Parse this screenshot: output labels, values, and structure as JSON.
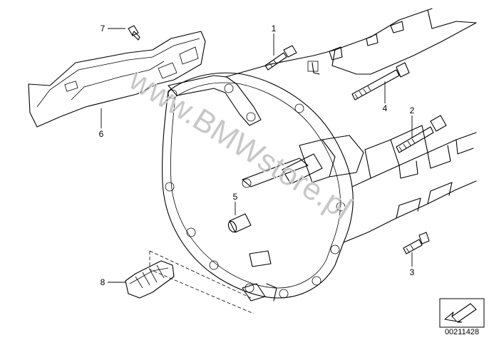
{
  "diagram": {
    "callouts": [
      {
        "id": "1",
        "label": "1"
      },
      {
        "id": "2",
        "label": "2"
      },
      {
        "id": "3",
        "label": "3"
      },
      {
        "id": "4",
        "label": "4"
      },
      {
        "id": "5",
        "label": "5"
      },
      {
        "id": "6",
        "label": "6"
      },
      {
        "id": "7",
        "label": "7"
      },
      {
        "id": "8",
        "label": "8"
      }
    ],
    "watermark": "www.BMWstore.pl",
    "diagram_code": "00211428",
    "corner_icon": "arrow-icon"
  }
}
